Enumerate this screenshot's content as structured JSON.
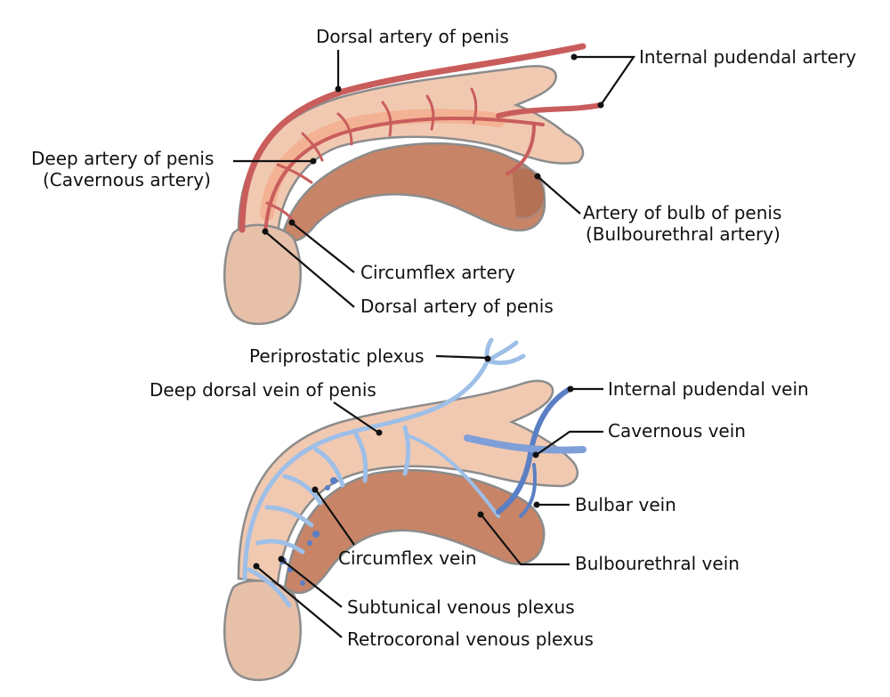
{
  "colors": {
    "skin": "#f1c9b1",
    "skin_outline": "#8c8c8c",
    "glans": "#e7c0a9",
    "spongiosum": "#c78467",
    "spongiosum_dark": "#a86248",
    "artery": "#c95d5c",
    "artery_light": "#f3a98a",
    "vein": "#9dbfe8",
    "vein_dark": "#5b7fc4",
    "label_text": "#111111"
  },
  "arterial_diagram": {
    "labels": {
      "dorsal_artery_top": "Dorsal artery of penis",
      "internal_pudendal_artery": "Internal pudendal artery",
      "deep_artery_line1": "Deep artery of penis",
      "deep_artery_line2": "(Cavernous artery)",
      "bulb_artery_line1": "Artery of bulb of penis",
      "bulb_artery_line2": "(Bulbourethral artery)",
      "circumflex_artery": "Circumflex artery",
      "dorsal_artery_bottom": "Dorsal artery of penis"
    }
  },
  "venous_diagram": {
    "labels": {
      "periprostatic_plexus": "Periprostatic plexus",
      "deep_dorsal_vein": "Deep dorsal vein of penis",
      "internal_pudendal_vein": "Internal pudendal vein",
      "cavernous_vein": "Cavernous vein",
      "bulbar_vein": "Bulbar vein",
      "circumflex_vein": "Circumflex vein",
      "bulbourethral_vein": "Bulbourethral vein",
      "subtunical_plexus": "Subtunical venous plexus",
      "retrocoronal_plexus": "Retrocoronal venous plexus"
    }
  }
}
